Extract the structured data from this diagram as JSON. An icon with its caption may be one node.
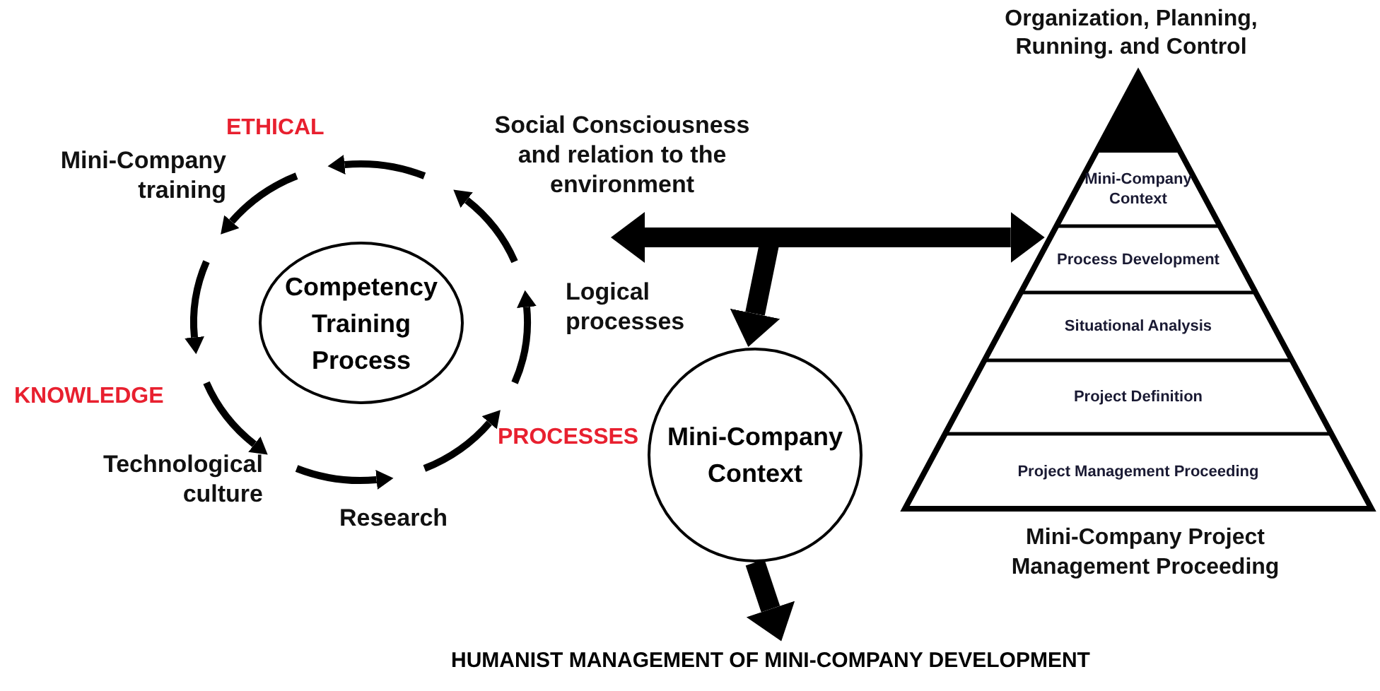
{
  "diagram": {
    "nodes": [
      {
        "text": [
          "Competency Training Process"
        ]
      },
      {
        "text": [
          "Mini-Company Context"
        ]
      },
      {
        "text": [
          "Organization, Planning, Running. and Control",
          "Mini-Company Project Management Proceeding"
        ]
      },
      {
        "text": [
          "Mini-Company Context"
        ],
        "in": 2
      },
      {
        "text": [
          "Process Development"
        ],
        "in": 2
      },
      {
        "text": [
          "Situational Analysis"
        ],
        "in": 2
      },
      {
        "text": [
          "Project Definition"
        ],
        "in": 2
      },
      {
        "text": [
          "Project Management Proceeding"
        ],
        "in": 2
      },
      {
        "text": [
          "HUMANIST MANAGEMENT OF MINI-COMPANY DEVELOPMENT"
        ]
      }
    ],
    "edges": [
      {
        "from": null,
        "to": 2,
        "arrow": "both"
      },
      {
        "from": null,
        "to": 1,
        "arrow": "to"
      },
      {
        "from": 1,
        "to": 8,
        "arrow": "to"
      }
    ],
    "labels": [
      "ETHICAL",
      "Social Consciousness and relation to the environment",
      "Mini-Company training",
      "Logical processes",
      "KNOWLEDGE",
      "PROCESSES",
      "Technological culture",
      "Research"
    ]
  }
}
